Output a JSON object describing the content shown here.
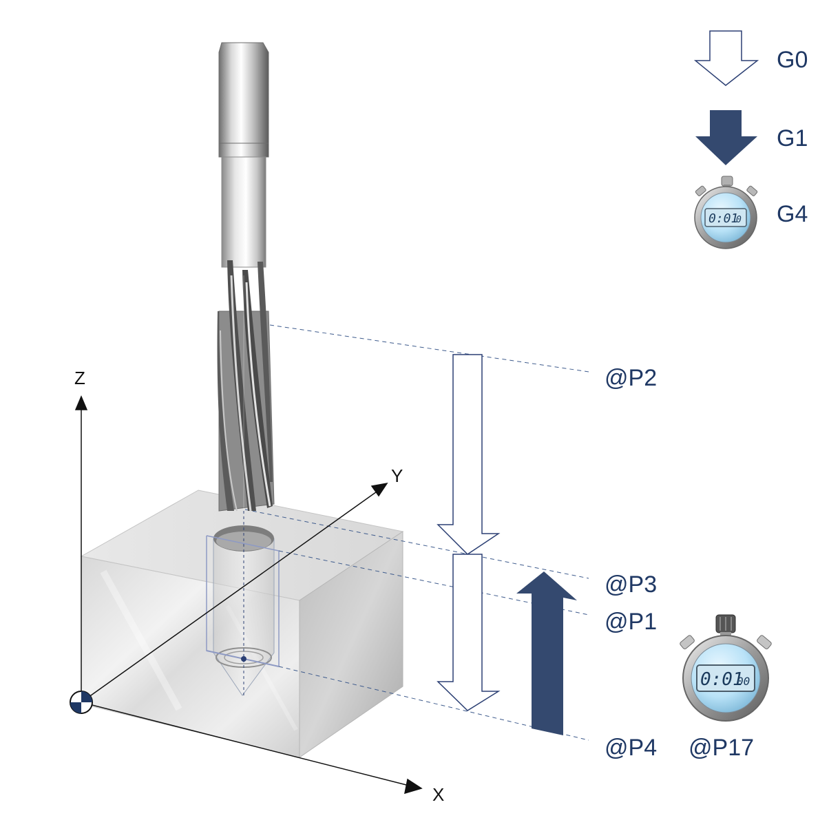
{
  "legend": {
    "g0": "G0",
    "g1": "G1",
    "g4": "G4"
  },
  "points": {
    "p2": "@P2",
    "p3": "@P3",
    "p1": "@P1",
    "p4": "@P4",
    "p17": "@P17"
  },
  "axes": {
    "x": "X",
    "y": "Y",
    "z": "Z"
  },
  "stopwatch_small": {
    "display": "0:01",
    "display_sub": "0"
  },
  "stopwatch_large": {
    "display": "0:01",
    "display_sub": "00"
  },
  "colors": {
    "navy": "#34496f",
    "label": "#1f3864",
    "outline": "#2b3f73",
    "dashed": "#3d5a8c"
  }
}
